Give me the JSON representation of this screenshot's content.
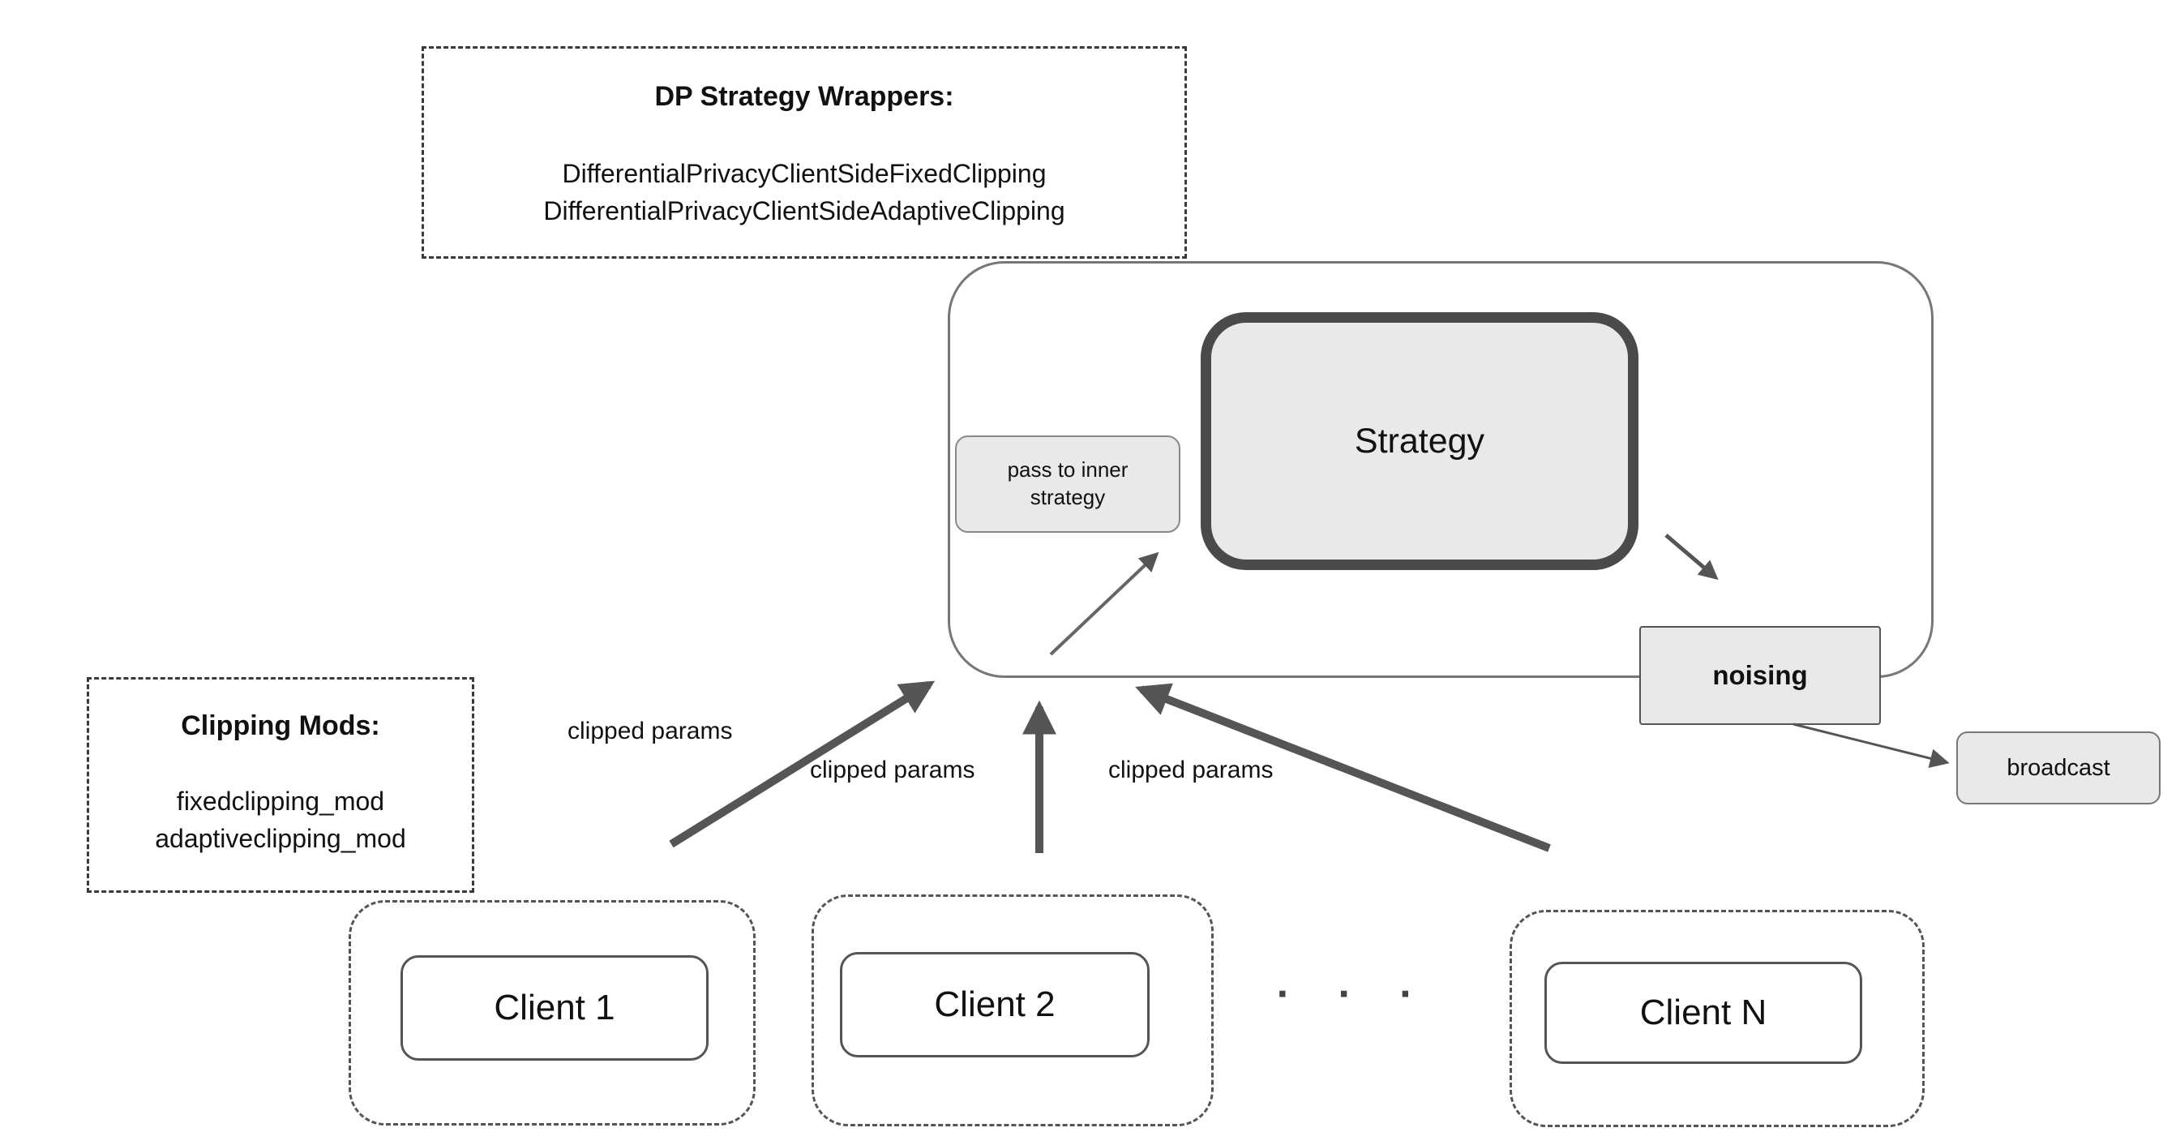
{
  "dp_wrappers": {
    "title": "DP Strategy Wrappers:",
    "line1": "DifferentialPrivacyClientSideFixedClipping",
    "line2": "DifferentialPrivacyClientSideAdaptiveClipping"
  },
  "clipping_mods": {
    "title": "Clipping Mods:",
    "line1": "fixedclipping_mod",
    "line2": "adaptiveclipping_mod"
  },
  "server": {
    "pass_to_inner": "pass to inner strategy",
    "strategy": "Strategy",
    "noising": "noising",
    "broadcast": "broadcast"
  },
  "clients": [
    {
      "label": "Client 1"
    },
    {
      "label": "Client 2"
    },
    {
      "label": "Client N"
    }
  ],
  "ellipsis": "· · ·",
  "arrow_labels": [
    "clipped params",
    "clipped params",
    "clipped params"
  ],
  "colors": {
    "box_fill": "#e9e9e9",
    "strategy_border": "#4a4a4a",
    "arrow": "#555555",
    "dashed_border": "#3a3a3a"
  }
}
